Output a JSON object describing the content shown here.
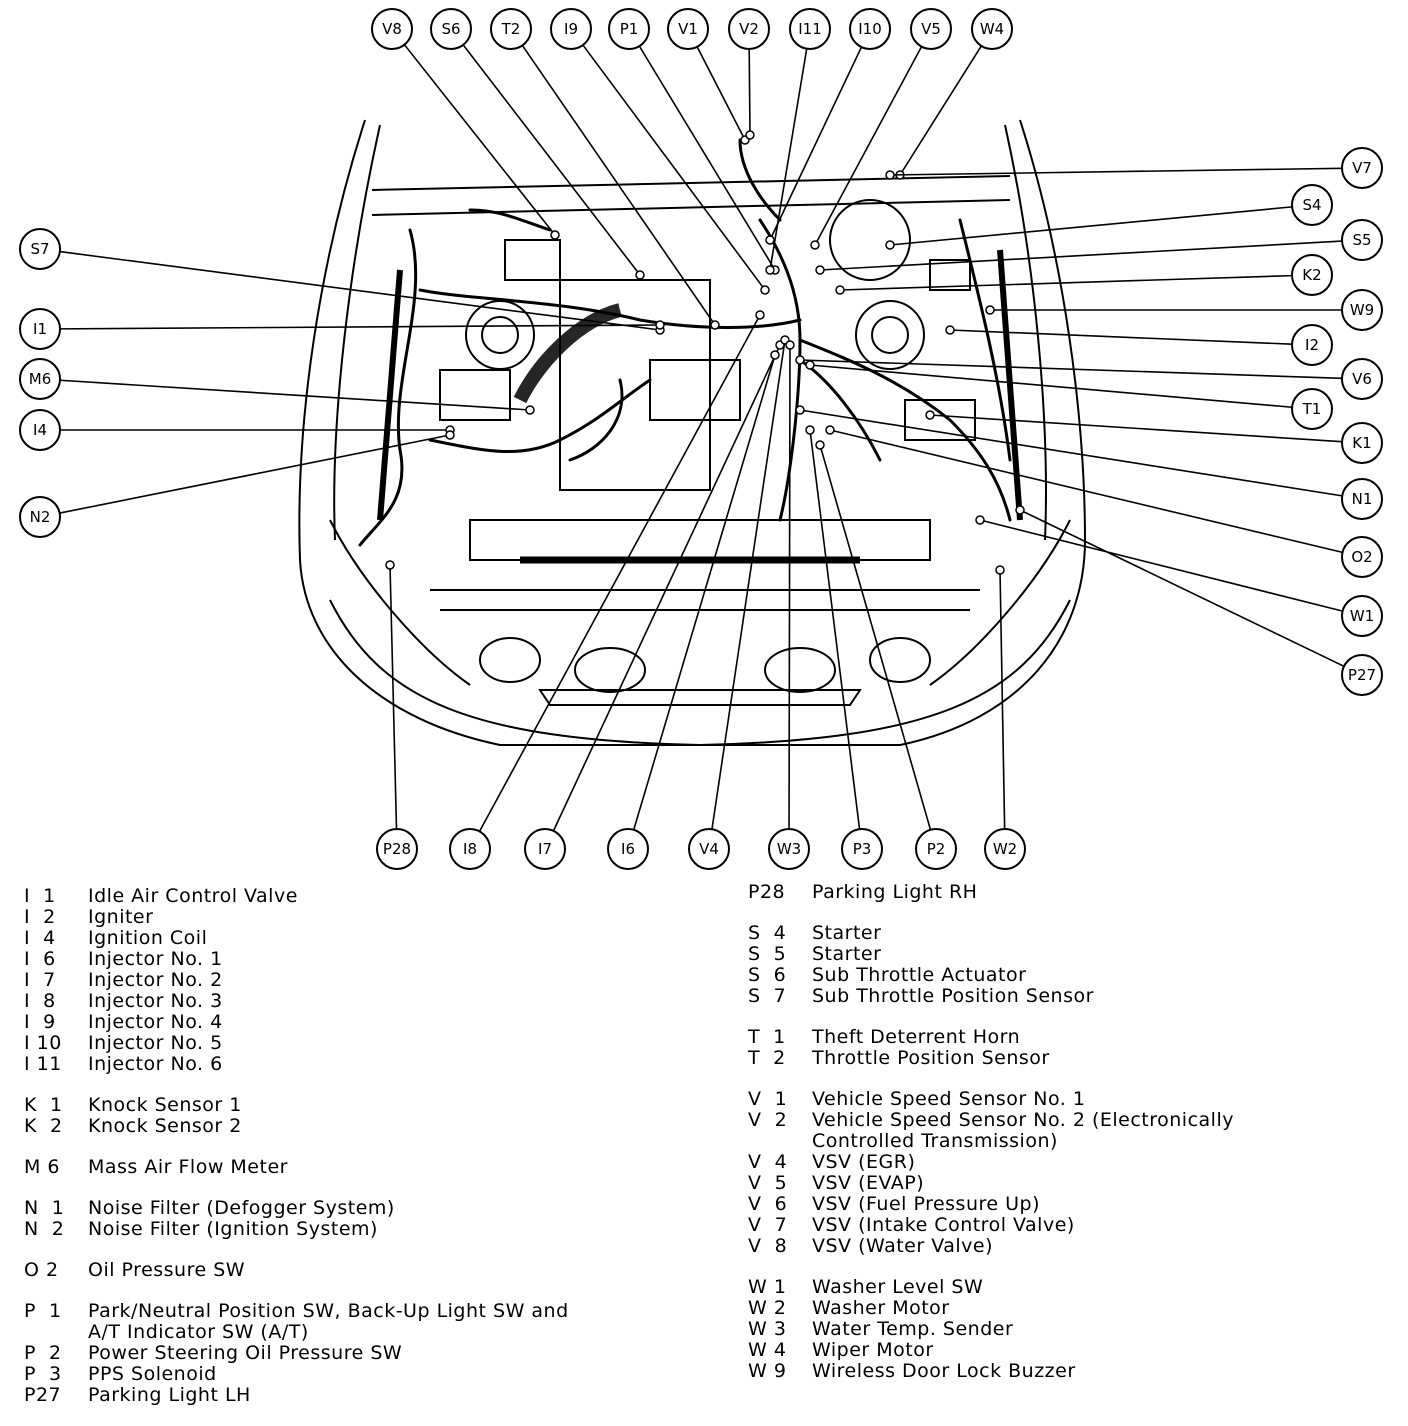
{
  "connectors": {
    "top": [
      "V8",
      "S6",
      "T2",
      "I9",
      "P1",
      "V1",
      "V2",
      "I11",
      "I10",
      "V5",
      "W4"
    ],
    "left": [
      "S7",
      "I1",
      "M6",
      "I4",
      "N2"
    ],
    "right": [
      "V7",
      "S4",
      "S5",
      "K2",
      "W9",
      "I2",
      "V6",
      "T1",
      "K1",
      "N1",
      "O2",
      "W1",
      "P27"
    ],
    "bottom": [
      "P28",
      "I8",
      "I7",
      "I6",
      "V4",
      "W3",
      "P3",
      "P2",
      "W2"
    ]
  },
  "legend_left": [
    [
      {
        "code": "I  1",
        "label": "Idle Air Control Valve"
      },
      {
        "code": "I  2",
        "label": "Igniter"
      },
      {
        "code": "I  4",
        "label": "Ignition Coil"
      },
      {
        "code": "I  6",
        "label": "Injector No. 1"
      },
      {
        "code": "I  7",
        "label": "Injector No. 2"
      },
      {
        "code": "I  8",
        "label": "Injector No. 3"
      },
      {
        "code": "I  9",
        "label": "Injector No. 4"
      },
      {
        "code": "I 10",
        "label": "Injector No. 5"
      },
      {
        "code": "I 11",
        "label": "Injector No. 6"
      }
    ],
    [
      {
        "code": "K  1",
        "label": "Knock Sensor 1"
      },
      {
        "code": "K  2",
        "label": "Knock Sensor 2"
      }
    ],
    [
      {
        "code": "M 6",
        "label": "Mass Air Flow Meter"
      }
    ],
    [
      {
        "code": "N  1",
        "label": "Noise Filter (Defogger System)"
      },
      {
        "code": "N  2",
        "label": "Noise Filter (Ignition System)"
      }
    ],
    [
      {
        "code": "O 2",
        "label": "Oil Pressure SW"
      }
    ],
    [
      {
        "code": "P  1",
        "label": "Park/Neutral Position SW, Back-Up Light SW and"
      },
      {
        "code": "",
        "label": "A/T Indicator SW (A/T)"
      },
      {
        "code": "P  2",
        "label": "Power Steering Oil Pressure SW"
      },
      {
        "code": "P  3",
        "label": "PPS Solenoid"
      },
      {
        "code": "P27",
        "label": "Parking Light LH"
      }
    ]
  ],
  "legend_right": [
    [
      {
        "code": "P28",
        "label": "Parking Light RH"
      }
    ],
    [
      {
        "code": "S  4",
        "label": "Starter"
      },
      {
        "code": "S  5",
        "label": "Starter"
      },
      {
        "code": "S  6",
        "label": "Sub Throttle Actuator"
      },
      {
        "code": "S  7",
        "label": "Sub Throttle Position Sensor"
      }
    ],
    [
      {
        "code": "T  1",
        "label": "Theft Deterrent Horn"
      },
      {
        "code": "T  2",
        "label": "Throttle Position Sensor"
      }
    ],
    [
      {
        "code": "V  1",
        "label": "Vehicle Speed Sensor No. 1"
      },
      {
        "code": "V  2",
        "label": "Vehicle Speed Sensor No. 2 (Electronically"
      },
      {
        "code": "",
        "label": "Controlled Transmission)"
      },
      {
        "code": "V  4",
        "label": "VSV (EGR)"
      },
      {
        "code": "V  5",
        "label": "VSV (EVAP)"
      },
      {
        "code": "V  6",
        "label": "VSV (Fuel Pressure Up)"
      },
      {
        "code": "V  7",
        "label": "VSV (Intake Control Valve)"
      },
      {
        "code": "V  8",
        "label": "VSV (Water Valve)"
      }
    ],
    [
      {
        "code": "W 1",
        "label": "Washer Level SW"
      },
      {
        "code": "W 2",
        "label": "Washer Motor"
      },
      {
        "code": "W 3",
        "label": "Water Temp. Sender"
      },
      {
        "code": "W 4",
        "label": "Wiper Motor"
      },
      {
        "code": "W 9",
        "label": "Wireless Door Lock Buzzer"
      }
    ]
  ]
}
